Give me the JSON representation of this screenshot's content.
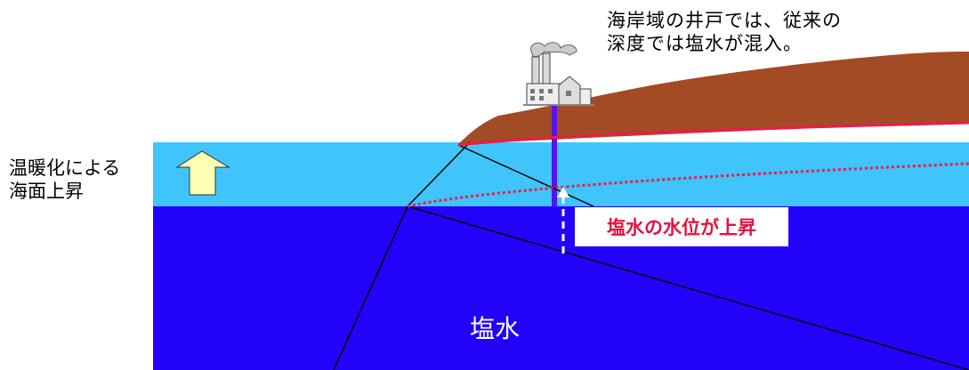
{
  "labels": {
    "warming": [
      "温暖化による",
      "海面上昇"
    ],
    "well_note": [
      "海岸域の井戸では、従来の",
      "深度では塩水が混入。"
    ],
    "salt_level": {
      "part1": "塩水の水位が",
      "part2": "上昇"
    },
    "saltwater": "塩水"
  },
  "colors": {
    "deep_sea": "#2202fa",
    "shallow_sea": "#3fc5fb",
    "land": "#a34b25",
    "well_pipe": "#5315ea",
    "red_lines": "#ef1949",
    "arrow_fill": "#ffffb4",
    "label_red": "#e5123d"
  },
  "icons": {
    "factory": "factory-icon",
    "up_arrow": "up-arrow-icon"
  }
}
